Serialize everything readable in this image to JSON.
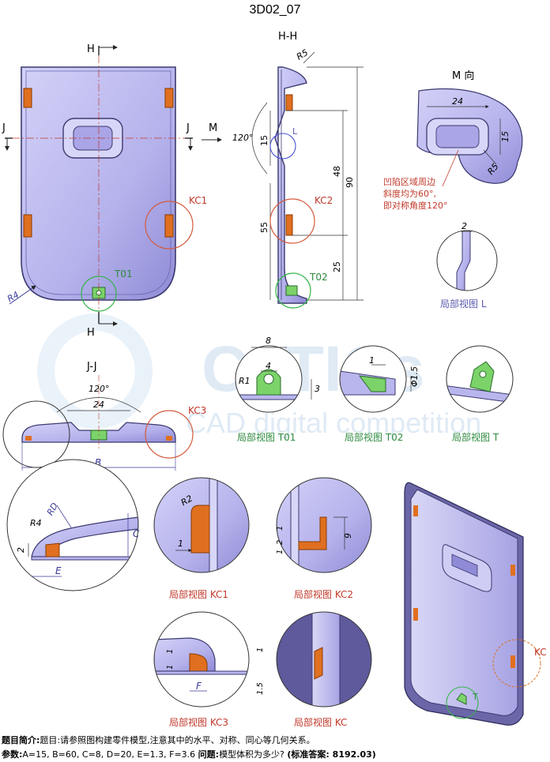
{
  "title": "3D02_07",
  "colors": {
    "part_fill": "#b9b6ee",
    "part_stroke": "#3c3a70",
    "feature": "#e07020",
    "green_feature": "#7bd36a",
    "callout_red": "#d45a3c",
    "callout_green": "#35b54a",
    "callout_blue": "#4a52d0",
    "centerline": "#c0392b",
    "label_red": "#c0392b",
    "label_green": "#2e8b3e",
    "label_blue": "#5a5ab0"
  },
  "sections": {
    "hh": "H-H",
    "m_view": "M 向",
    "jj": "J-J",
    "h_top": "H",
    "h_bottom": "H",
    "j_left": "J",
    "j_right": "J",
    "m_arrow": "M"
  },
  "dims": {
    "r5_hh": "R5",
    "angle_hh": "120°",
    "d15": "15",
    "d48": "48",
    "d90": "90",
    "d55": "55",
    "d25": "25",
    "d24_m": "24",
    "d15_m": "15",
    "r5_m": "R5",
    "d2_l": "2",
    "r4": "R4",
    "d8": "8",
    "d4": "4",
    "r1_t01": "R1",
    "d3_t01": "3",
    "d1_t02": "1",
    "phi15": "Φ1.5",
    "angle_jj": "120°",
    "d24_jj": "24",
    "B": "B",
    "RD": "RD",
    "R4_det": "R4",
    "C": "C",
    "d2_det": "2",
    "E": "E",
    "R2_kc1": "R2",
    "d1_kc1": "1",
    "d1_kc2a": "1",
    "d2_kc2": "2",
    "d1_kc2b": "1",
    "d9_kc2": "9",
    "d1_kc3a": "1",
    "d1_kc3b": "1",
    "F": "F",
    "d1_kc3c": "1",
    "d15_kc3": "1.5"
  },
  "labels": {
    "kc1": "KC1",
    "kc2": "KC2",
    "kc3": "KC3",
    "t01": "T01",
    "t02": "T02",
    "L": "L",
    "kc_iso": "KC",
    "T_iso": "T",
    "note_line1": "凹陷区域周边",
    "note_line2": "斜度均为60°,",
    "note_line3": "即对称角度120°"
  },
  "captions": {
    "L": "局部视图 L",
    "T01": "局部视图 T01",
    "T02": "局部视图 T02",
    "T": "局部视图 T",
    "KC1": "局部视图 KC1",
    "KC2": "局部视图 KC2",
    "KC3": "局部视图 KC3",
    "KC": "局部视图 KC"
  },
  "watermark": {
    "logo": "CaTICs",
    "subtitle": "CAD digital competition"
  },
  "footer": {
    "intro_label": "题目简介:",
    "intro_text": "题目:请参照图构建零件模型,注意其中的水平、对称、同心等几何关系。",
    "params_label": "参数:",
    "params_text": "A=15, B=60, C=8, D=20, E=1.3, F=3.6",
    "question_label": "问题:",
    "question_text": "模型体积为多少?",
    "answer_text": "(标准答案: 8192.03)"
  }
}
